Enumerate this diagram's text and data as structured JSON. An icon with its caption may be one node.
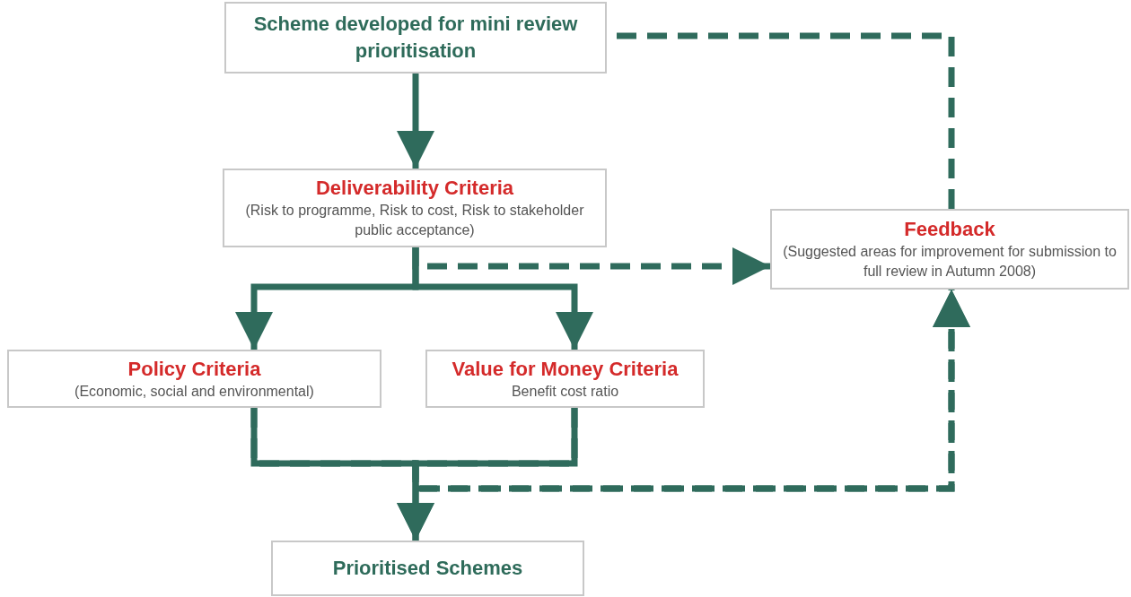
{
  "diagram": {
    "nodes": [
      {
        "text": [
          "Scheme developed for mini review prioritisation"
        ]
      },
      {
        "text": [
          "Deliverability Criteria",
          "(Risk to programme, Risk to cost, Risk to stakeholder public acceptance)"
        ]
      },
      {
        "text": [
          "Feedback",
          "(Suggested areas for improvement for submission to full review in Autumn 2008)"
        ]
      },
      {
        "text": [
          "Policy Criteria",
          "(Economic, social and environmental)"
        ]
      },
      {
        "text": [
          "Value for Money Criteria",
          "Benefit cost ratio"
        ]
      },
      {
        "text": [
          "Prioritised Schemes"
        ]
      }
    ],
    "edges": [
      {
        "from": 0,
        "to": 1,
        "arrow": "to"
      },
      {
        "from": 1,
        "to": 3,
        "arrow": "to"
      },
      {
        "from": 1,
        "to": 4,
        "arrow": "to"
      },
      {
        "from": 1,
        "to": 2,
        "arrow": "to",
        "style": "dashed"
      },
      {
        "from": 3,
        "to": 5,
        "arrow": "to"
      },
      {
        "from": 4,
        "to": 5,
        "arrow": "to"
      },
      {
        "from": 3,
        "to": 2,
        "arrow": "to",
        "style": "dashed"
      },
      {
        "from": 4,
        "to": 2,
        "arrow": "to",
        "style": "dashed"
      },
      {
        "from": 2,
        "to": 0,
        "arrow": "none",
        "style": "dashed"
      }
    ]
  }
}
